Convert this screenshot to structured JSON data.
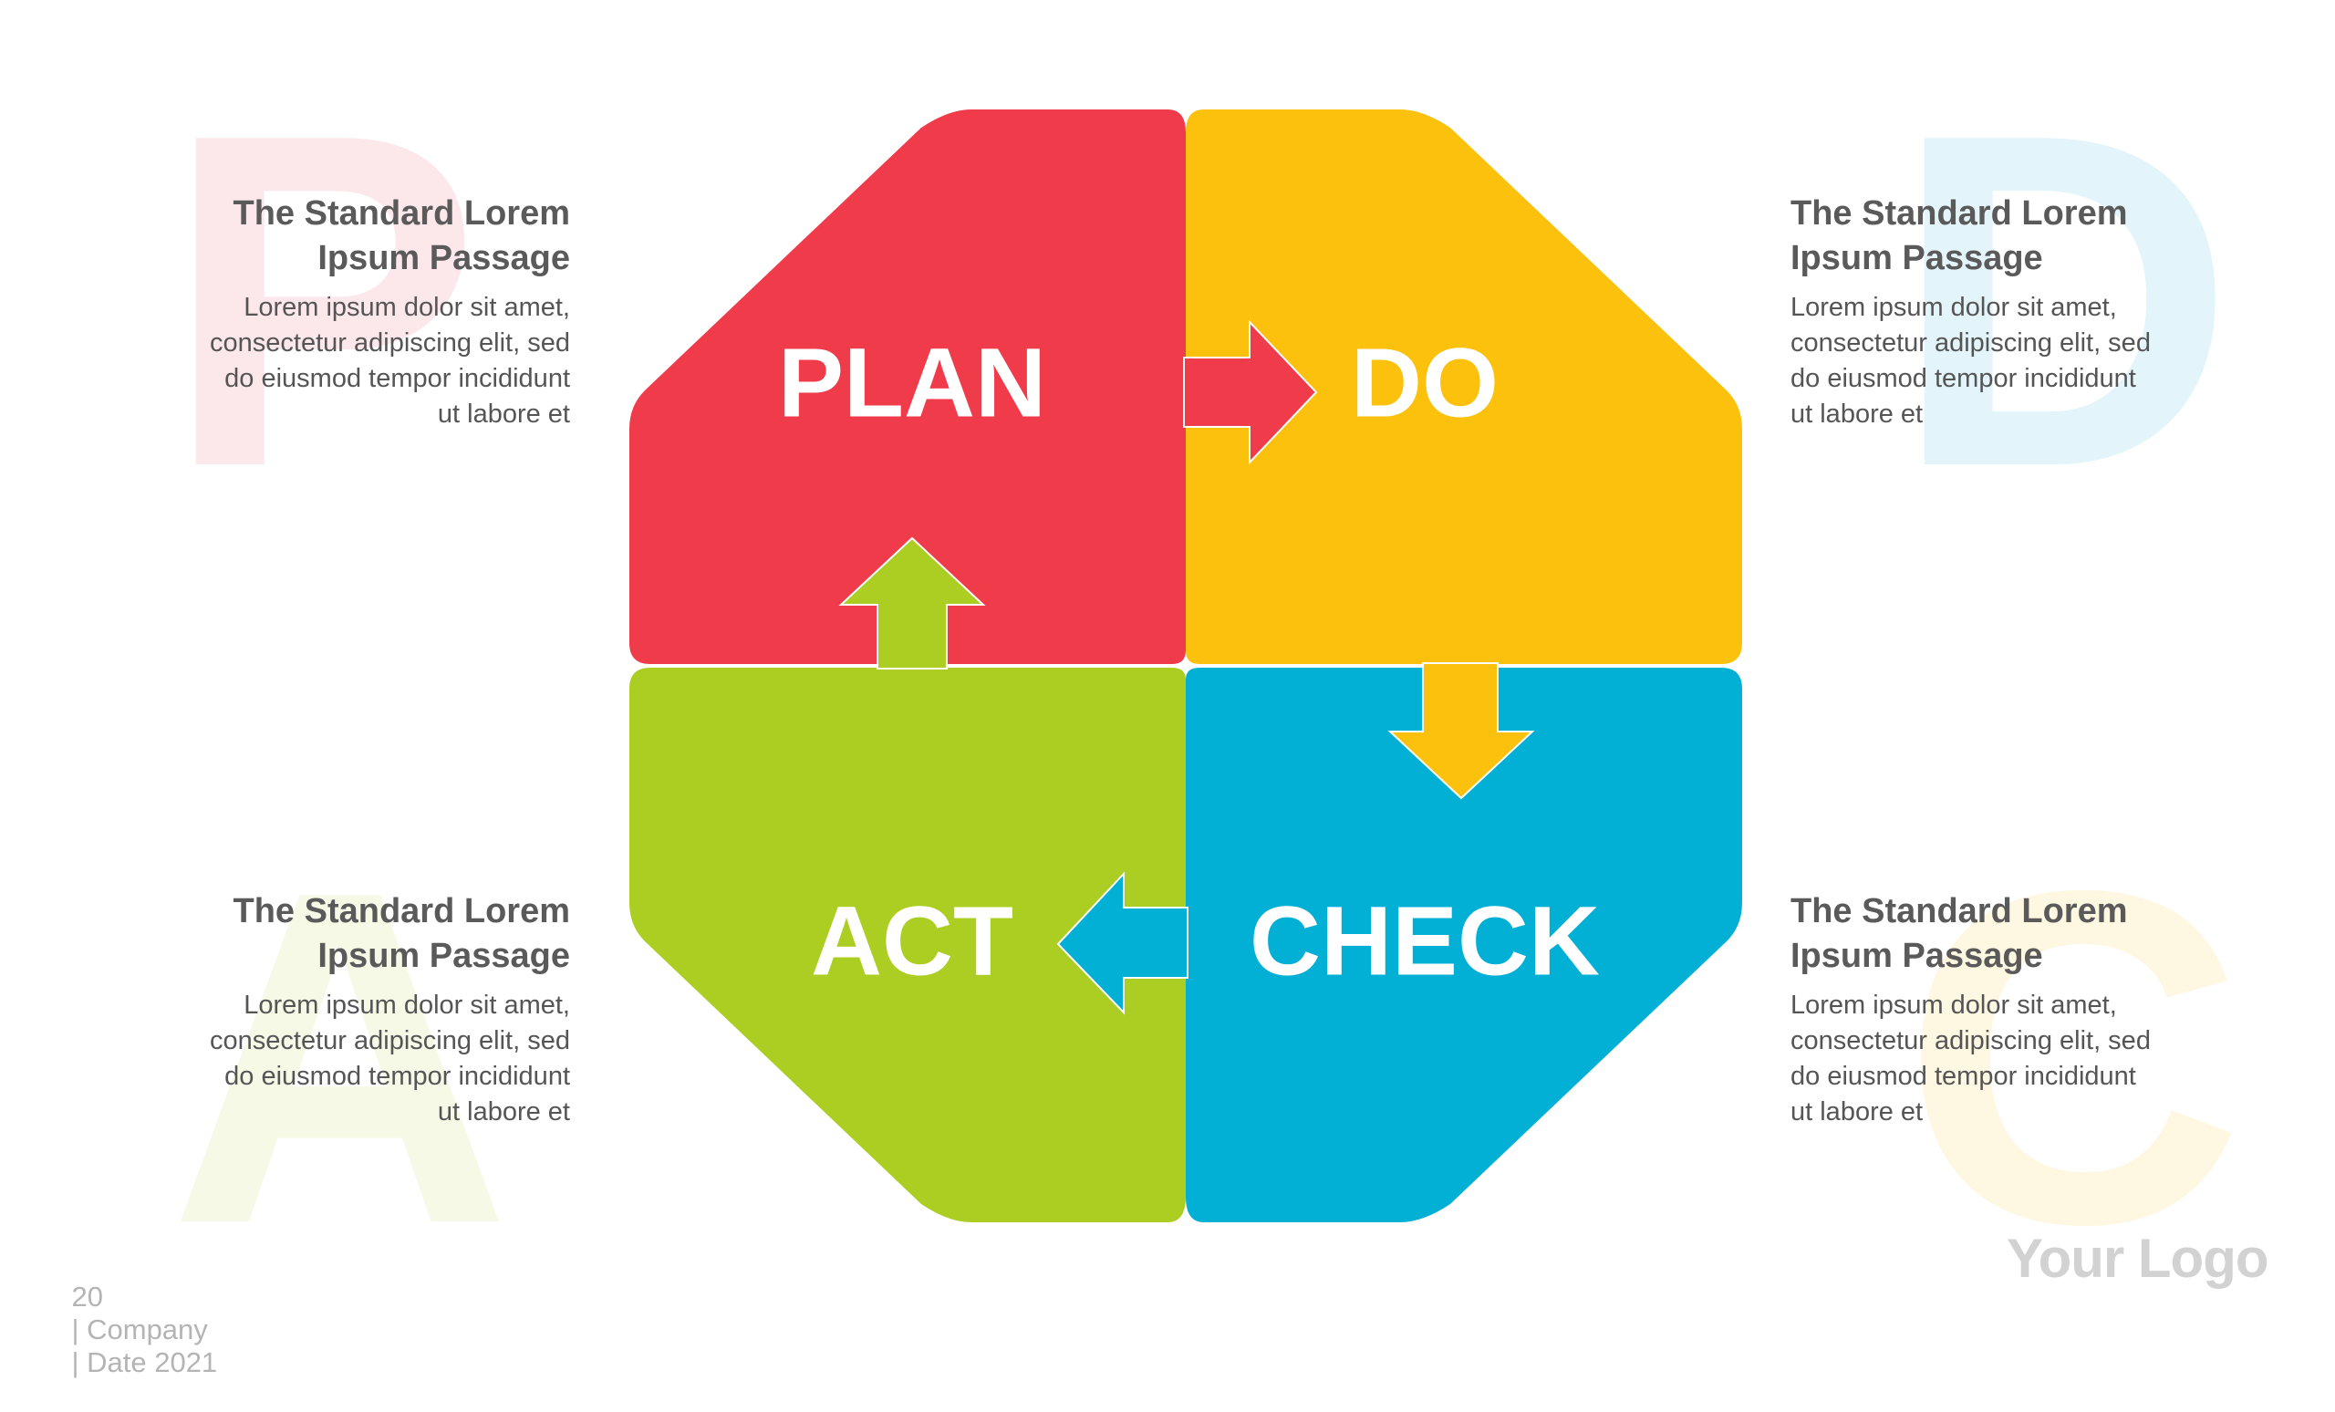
{
  "background_letters": {
    "plan": "P",
    "do": "D",
    "act": "A",
    "check": "C"
  },
  "quadrants": [
    {
      "id": "plan",
      "label": "PLAN",
      "color": "#f03b4a"
    },
    {
      "id": "do",
      "label": "DO",
      "color": "#fbc10d"
    },
    {
      "id": "check",
      "label": "CHECK",
      "color": "#02b0d5"
    },
    {
      "id": "act",
      "label": "ACT",
      "color": "#acce23"
    }
  ],
  "text_blocks": {
    "plan": {
      "title_line1": "The Standard Lorem",
      "title_line2": "Ipsum Passage",
      "body_line1": "Lorem ipsum dolor sit amet,",
      "body_line2": "consectetur adipiscing elit, sed",
      "body_line3": "do eiusmod tempor incididunt",
      "body_line4": "ut labore et"
    },
    "do": {
      "title_line1": "The Standard Lorem",
      "title_line2": "Ipsum Passage",
      "body_line1": "Lorem ipsum dolor sit amet,",
      "body_line2": "consectetur adipiscing elit, sed",
      "body_line3": "do eiusmod tempor incididunt",
      "body_line4": "ut labore et"
    },
    "act": {
      "title_line1": "The Standard Lorem",
      "title_line2": "Ipsum Passage",
      "body_line1": "Lorem ipsum dolor sit amet,",
      "body_line2": "consectetur adipiscing elit, sed",
      "body_line3": "do eiusmod tempor incididunt",
      "body_line4": "ut labore et"
    },
    "check": {
      "title_line1": "The Standard Lorem",
      "title_line2": "Ipsum Passage",
      "body_line1": "Lorem ipsum dolor sit amet,",
      "body_line2": "consectetur adipiscing elit, sed",
      "body_line3": "do eiusmod tempor incididunt",
      "body_line4": "ut labore et"
    }
  },
  "footer": {
    "page_number": "20",
    "company": "| Company",
    "date": "| Date 2021"
  },
  "logo": "Your Logo"
}
